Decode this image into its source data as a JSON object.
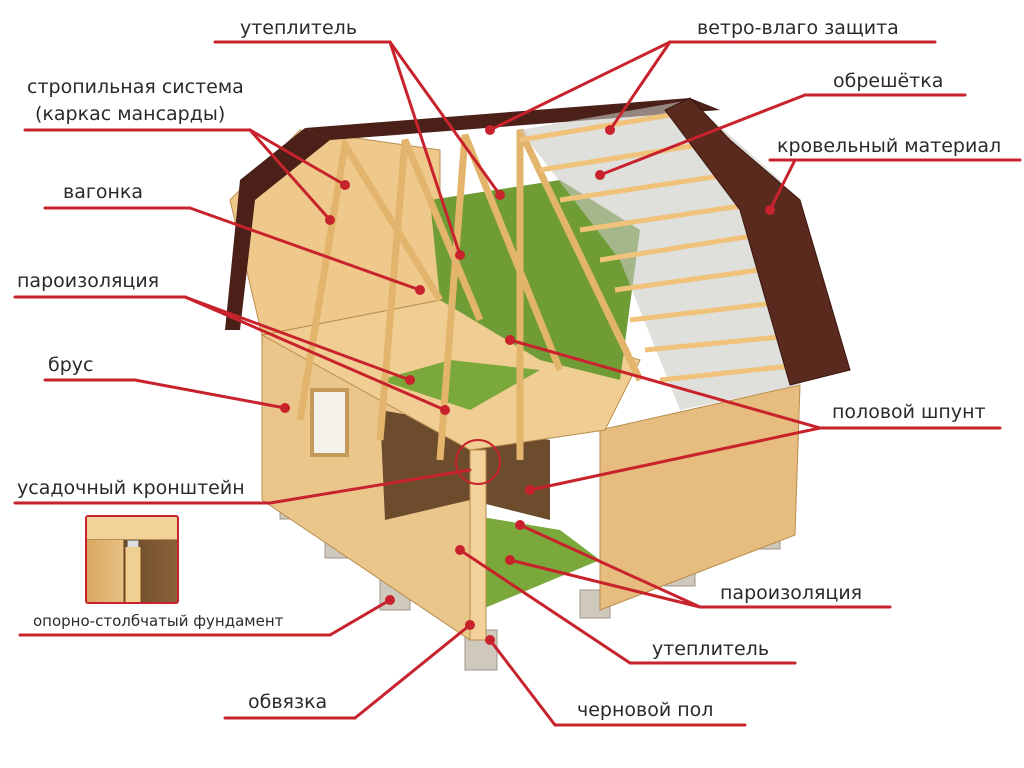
{
  "title": "Каркасно-брусовой дом с мансардой: устройство",
  "labels": {
    "insulation_top": "утеплитель",
    "wind_moisture": "ветро-влаго защита",
    "rafter_system_line1": "стропильная система",
    "rafter_system_line2": "(каркас мансарды)",
    "battens": "обрешётка",
    "roofing": "кровельный материал",
    "clapboard": "вагонка",
    "vapor_barrier_top": "пароизоляция",
    "beam": "брус",
    "floor_tongue_groove": "половой шпунт",
    "shrink_bracket": "усадочный кронштейн",
    "foundation": "опорно-столбчатый фундамент",
    "vapor_barrier_bottom": "пароизоляция",
    "insulation_bottom": "утеплитель",
    "strapping": "обвязка",
    "subfloor": "черновой пол"
  },
  "colors": {
    "leader": "#c8232c",
    "wood": "#e8c184",
    "roof": "#5b2a1f",
    "insulation": "#7aa83a",
    "foundation": "#c9c3b8"
  }
}
